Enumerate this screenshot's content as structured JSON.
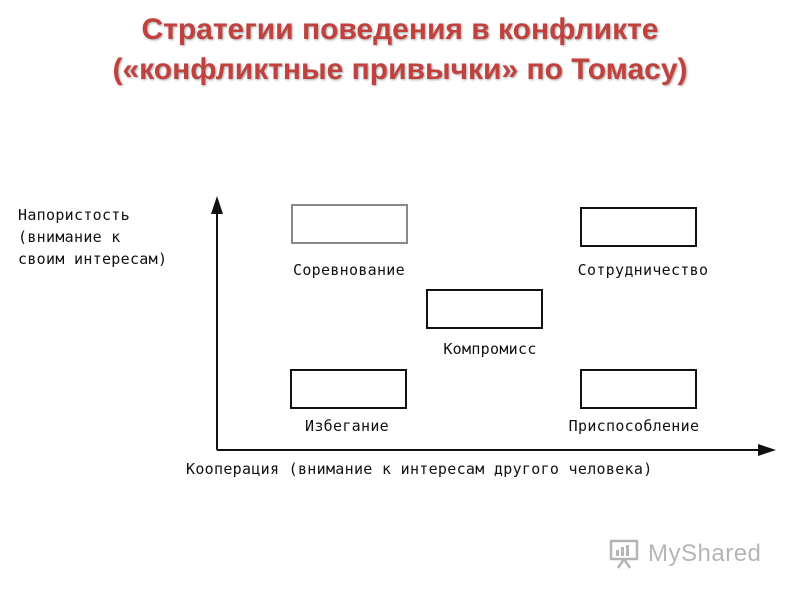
{
  "title": {
    "line1": "Стратегии поведения в конфликте",
    "line2": "(«конфликтные привычки» по Томасу)"
  },
  "y_axis_label": {
    "line1": "Напористость",
    "line2": "(внимание к",
    "line3": "своим интересам)"
  },
  "x_axis_label": "Кооперация (внимание к интересам другого человека)",
  "strategies": [
    {
      "label": "Соревнование"
    },
    {
      "label": "Сотрудничество"
    },
    {
      "label": "Компромисс"
    },
    {
      "label": "Избегание"
    },
    {
      "label": "Приспособление"
    }
  ],
  "watermark": "MyShared",
  "colors": {
    "title": "#c0413d",
    "boxes": "#111111",
    "competition_box": "#888888"
  }
}
